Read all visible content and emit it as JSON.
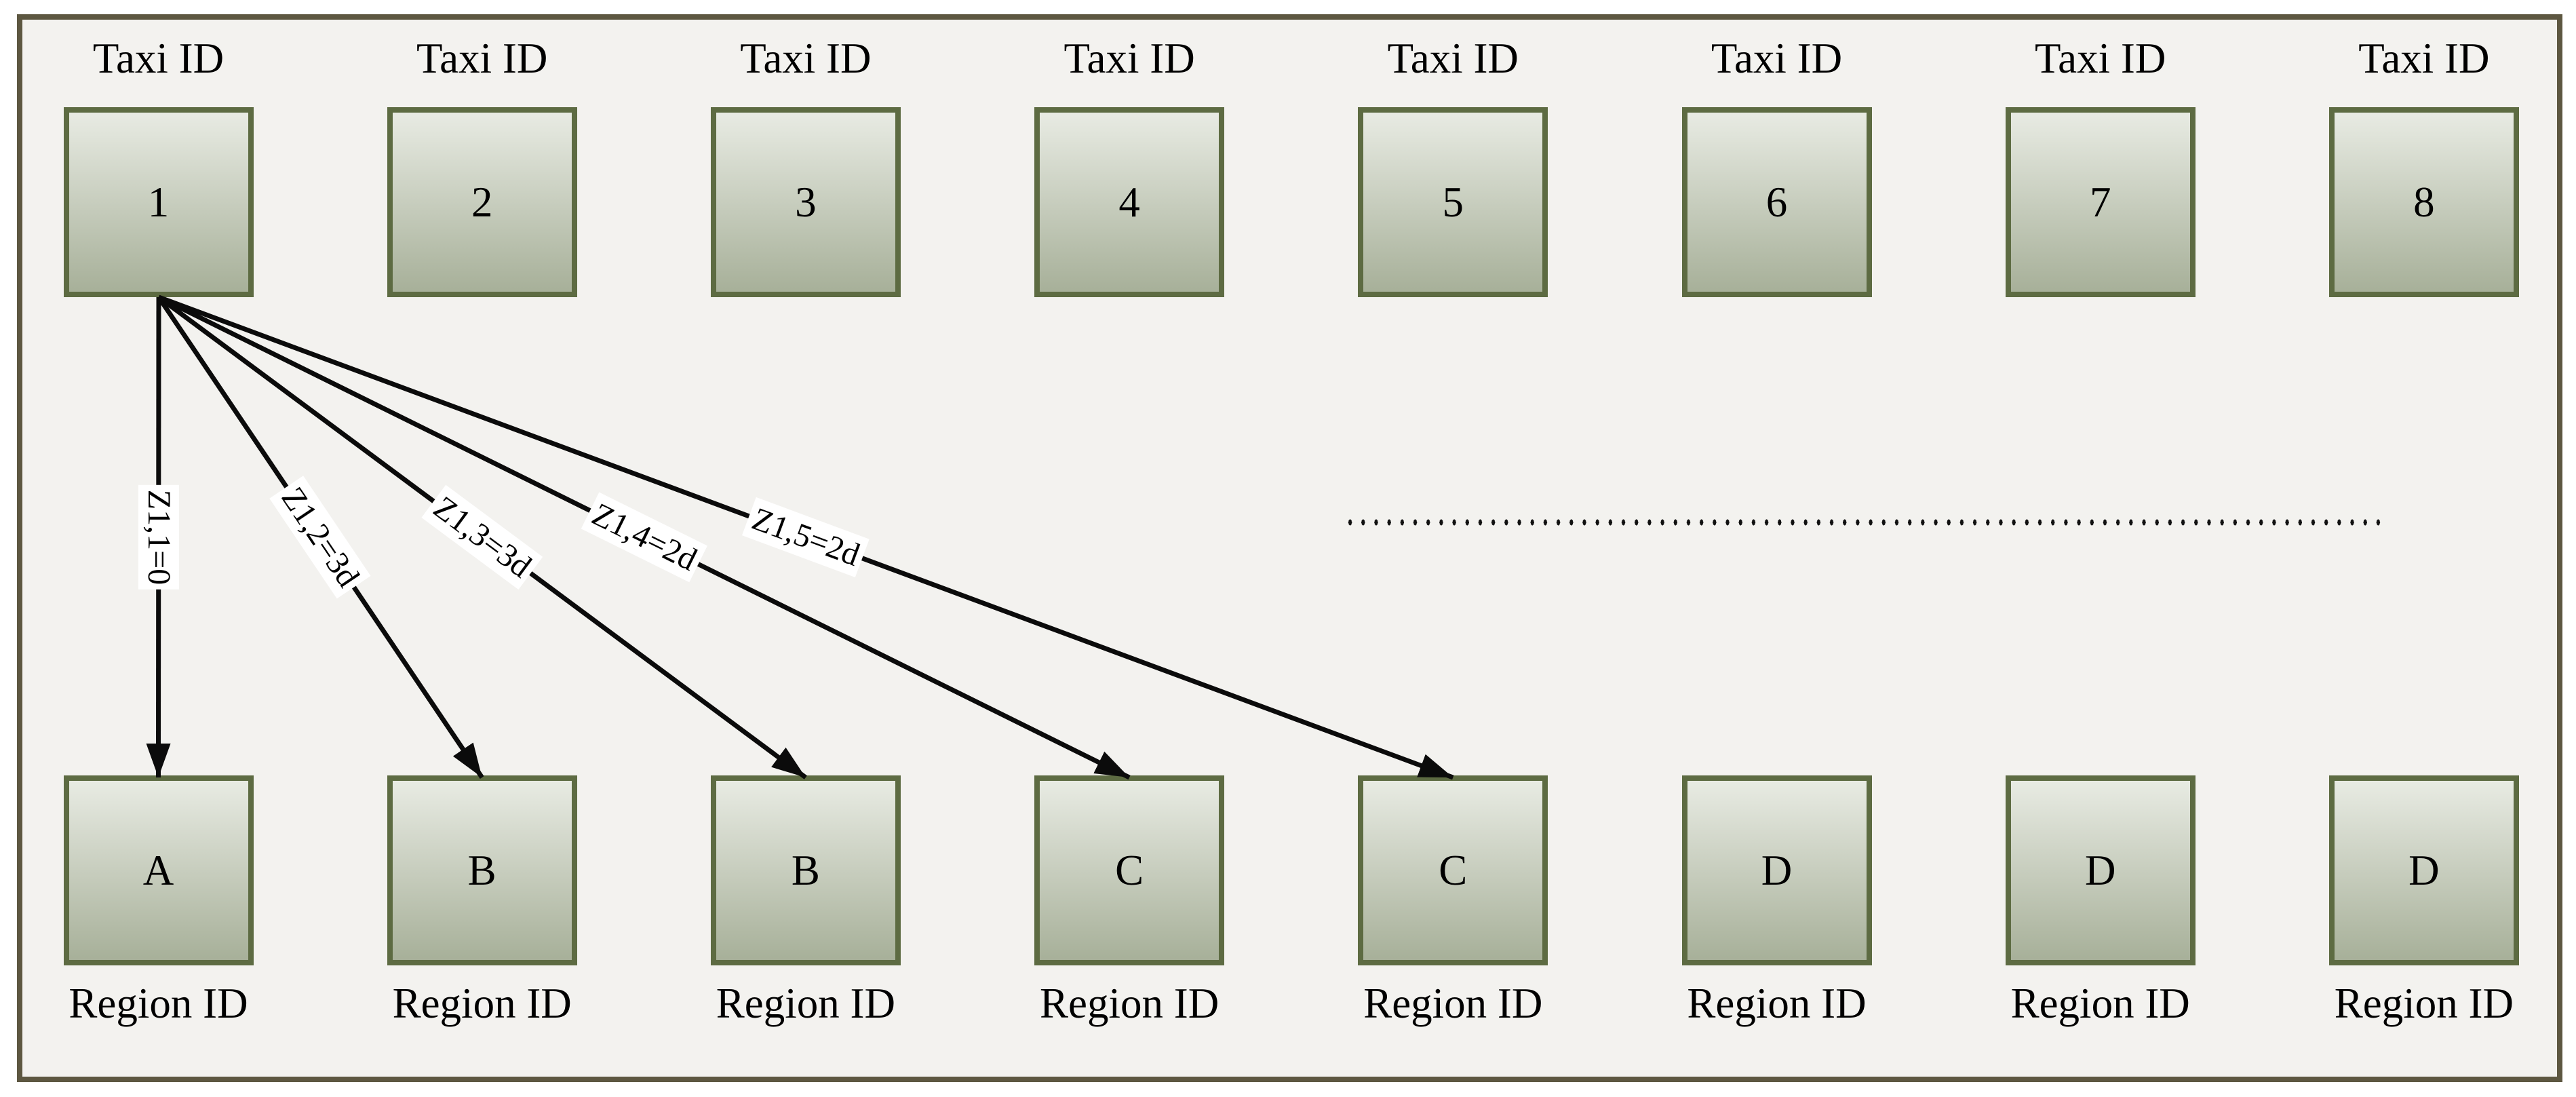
{
  "figure": {
    "top_row_label": "Taxi ID",
    "bottom_row_label": "Region ID",
    "taxi_ids": [
      "1",
      "2",
      "3",
      "4",
      "5",
      "6",
      "7",
      "8"
    ],
    "region_ids": [
      "A",
      "B",
      "B",
      "C",
      "C",
      "D",
      "D",
      "D"
    ],
    "arrows": [
      {
        "from_taxi": "1",
        "to_region_index": 0,
        "label": "Z1,1=0"
      },
      {
        "from_taxi": "1",
        "to_region_index": 1,
        "label": "Z1,2=3d"
      },
      {
        "from_taxi": "1",
        "to_region_index": 2,
        "label": "Z1,3=3d"
      },
      {
        "from_taxi": "1",
        "to_region_index": 3,
        "label": "Z1,4=2d"
      },
      {
        "from_taxi": "1",
        "to_region_index": 4,
        "label": "Z1,5=2d"
      }
    ],
    "colors": {
      "page_bg": "#ffffff",
      "panel_bg": "#f3f2ef",
      "frame_border": "#5d5741",
      "box_border": "#5d6b42",
      "box_fill_top": "#e8ebe3",
      "box_fill_bottom": "#a7b099",
      "arrow": "#0b0b0b",
      "text": "#000000",
      "arrow_label_bg": "#ffffff"
    }
  }
}
